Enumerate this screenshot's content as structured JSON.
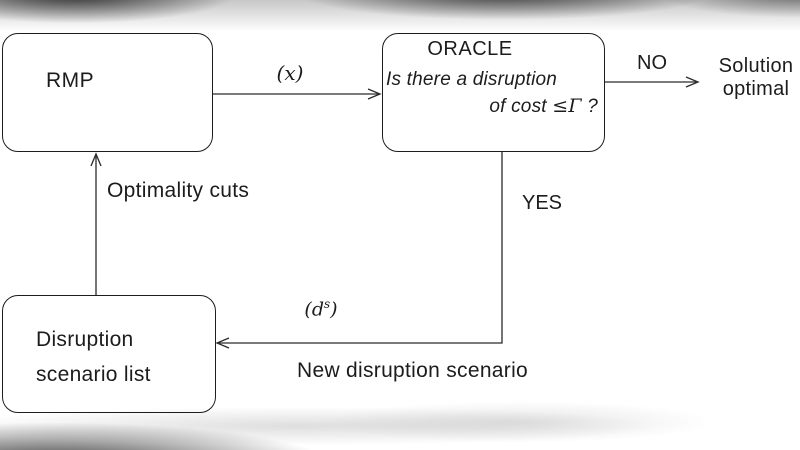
{
  "figure": {
    "type": "flowchart",
    "boxes": {
      "rmp": {
        "label": "RMP"
      },
      "oracle": {
        "title": "ORACLE",
        "question_line1": "Is there a disruption",
        "question_line2_prefix": "of cost ",
        "question_line2_math": "≤Γ",
        "question_line2_suffix": " ?"
      },
      "scenario_list": {
        "line1": "Disruption",
        "line2": "scenario list"
      }
    },
    "edges": {
      "rmp_to_oracle_label": "(x)",
      "oracle_no_label": "NO",
      "oracle_yes_label": "YES",
      "ds_open": "(d",
      "ds_sup": "s",
      "ds_close": ")",
      "feedback_label": "Optimality cuts",
      "new_scenario_label": "New disruption scenario"
    },
    "outcome": {
      "line1": "Solution",
      "line2": "optimal"
    },
    "colors": {
      "ink": "#1d1d1d",
      "background": "#ffffff",
      "wire": "#2a2a2a"
    }
  }
}
